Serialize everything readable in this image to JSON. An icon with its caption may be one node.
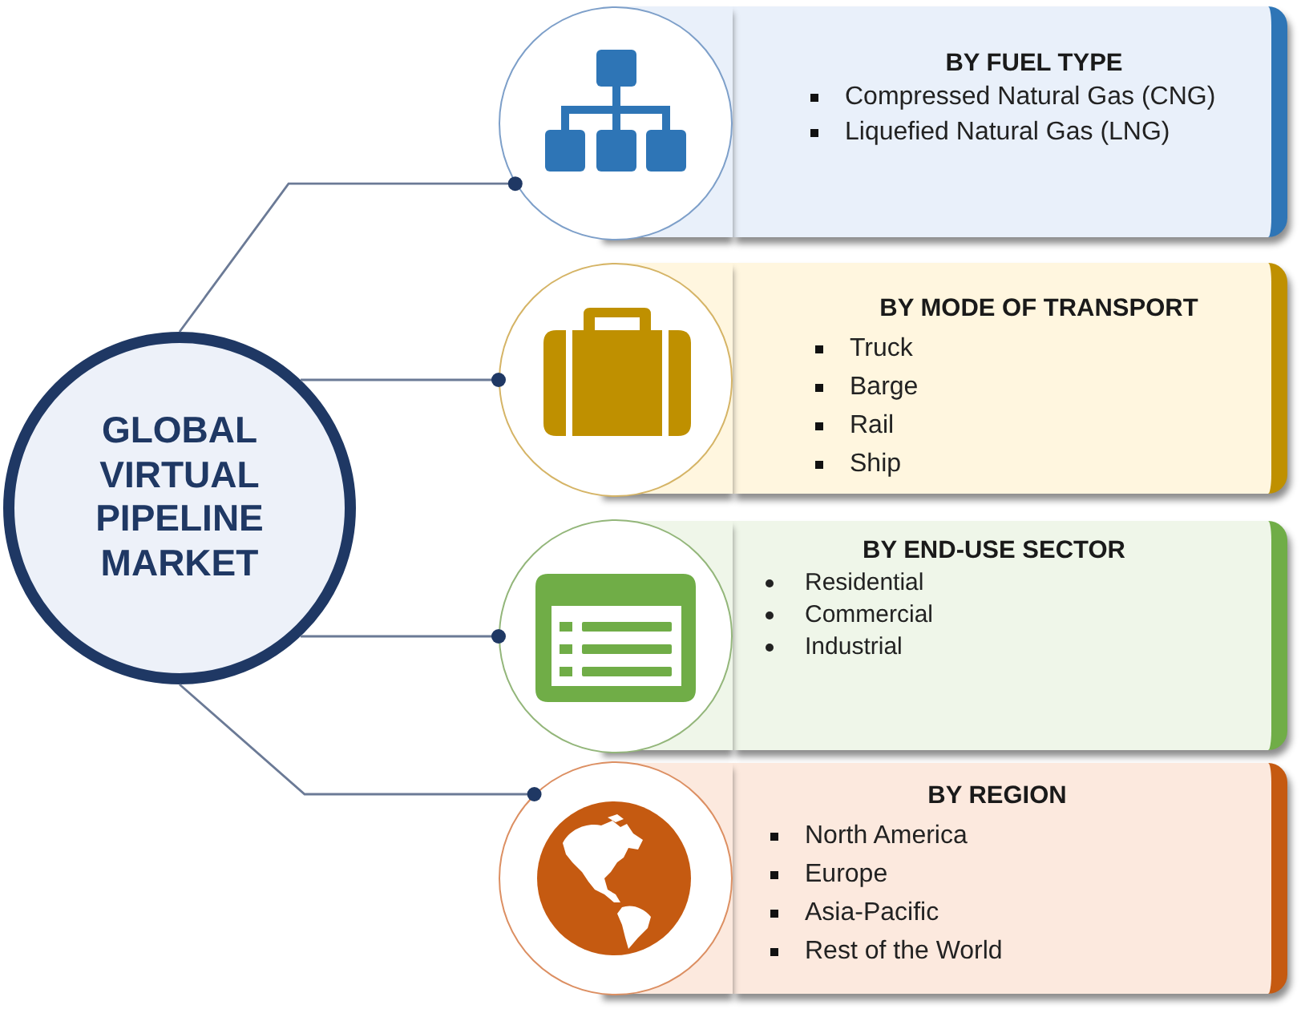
{
  "diagram": {
    "nodes": [
      {
        "text": [
          "GLOBAL VIRTUAL PIPELINE MARKET"
        ]
      },
      {
        "text": [],
        "shape": "circle"
      },
      {
        "text": [
          "BY FUEL TYPE",
          "Compressed Natural Gas (CNG)",
          "Liquefied Natural Gas (LNG)"
        ]
      },
      {
        "text": [],
        "shape": "circle"
      },
      {
        "text": [
          "BY MODE OF TRANSPORT",
          "Truck",
          "Barge",
          "Rail",
          "Ship"
        ]
      },
      {
        "text": [],
        "shape": "circle"
      },
      {
        "text": [
          "BY END-USE SECTOR",
          "Residential",
          "Commercial",
          "Industrial"
        ]
      },
      {
        "text": [],
        "shape": "circle"
      },
      {
        "text": [
          "BY REGION",
          "North America",
          "Europe",
          "Asia-Pacific",
          "Rest of the World"
        ]
      }
    ],
    "edges": [
      {
        "from": 0,
        "to": 1,
        "arrow": "other"
      },
      {
        "from": 0,
        "to": 3,
        "arrow": "other"
      },
      {
        "from": 0,
        "to": 5,
        "arrow": "other"
      },
      {
        "from": 0,
        "to": 7,
        "arrow": "other"
      }
    ]
  }
}
